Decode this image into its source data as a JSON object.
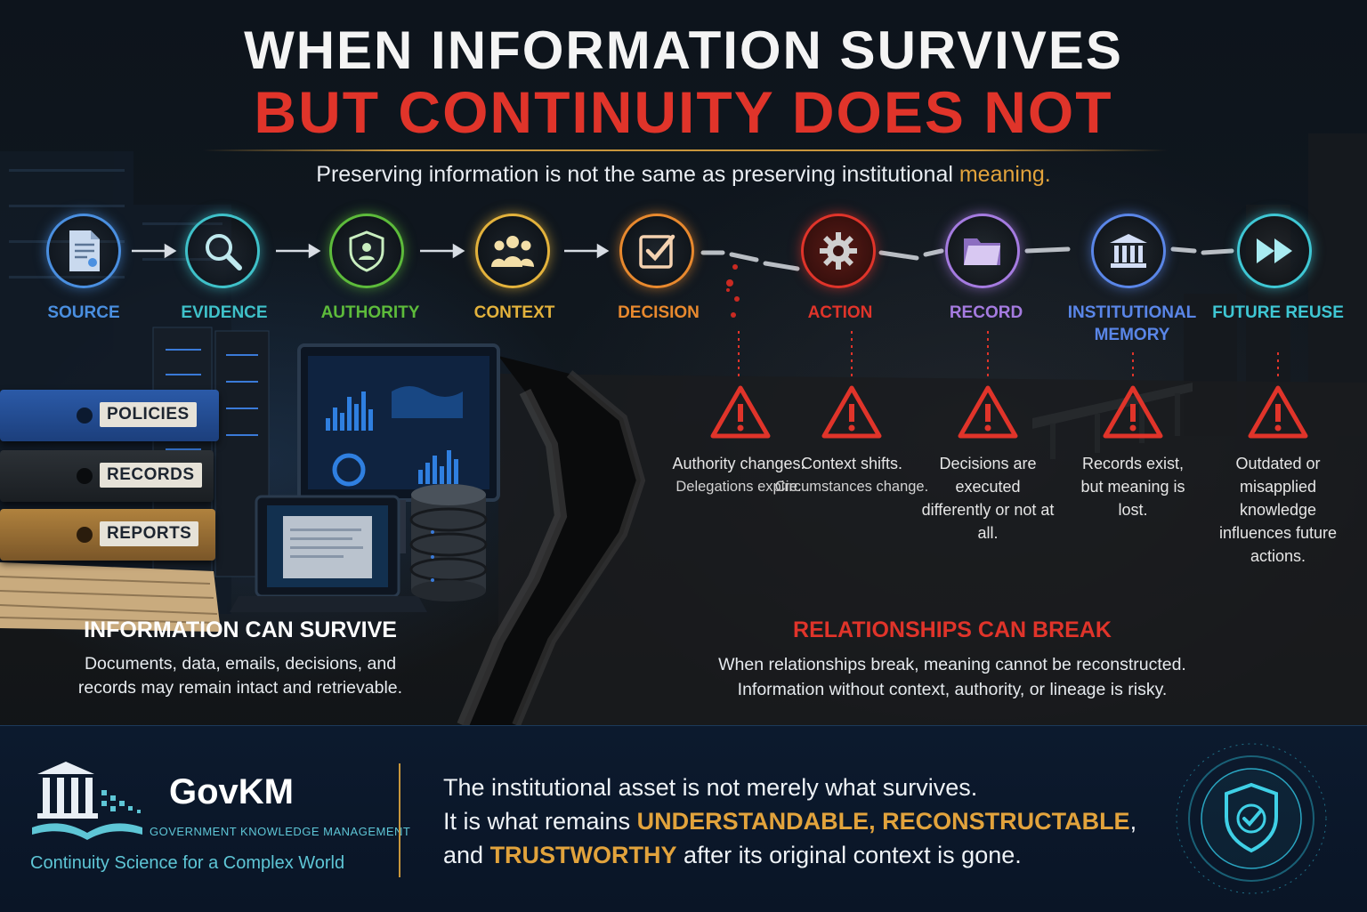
{
  "title": {
    "line1": "WHEN INFORMATION SURVIVES",
    "line2": "BUT CONTINUITY DOES NOT"
  },
  "subtitle": {
    "text": "Preserving information is not the same as preserving institutional ",
    "highlight": "meaning."
  },
  "colors": {
    "accent_red": "#e0342a",
    "accent_gold": "#e2a33c",
    "teal": "#5ec6d6"
  },
  "steps": [
    {
      "label": "SOURCE",
      "icon": "document-icon",
      "color": "#4a8fe0"
    },
    {
      "label": "EVIDENCE",
      "icon": "magnifier-icon",
      "color": "#3fc1c9"
    },
    {
      "label": "AUTHORITY",
      "icon": "shield-user-icon",
      "color": "#5dbb3b"
    },
    {
      "label": "CONTEXT",
      "icon": "people-icon",
      "color": "#e3b23c"
    },
    {
      "label": "DECISION",
      "icon": "checkbox-icon",
      "color": "#e8892e"
    },
    {
      "label": "ACTION",
      "icon": "gear-icon",
      "color": "#e0342a"
    },
    {
      "label": "RECORD",
      "icon": "folder-icon",
      "color": "#a57be0"
    },
    {
      "label": "INSTITUTIONAL MEMORY",
      "icon": "institution-icon",
      "color": "#5a86e8"
    },
    {
      "label": "FUTURE REUSE",
      "icon": "fast-forward-icon",
      "color": "#3fc7d4"
    }
  ],
  "warnings": [
    {
      "main": "Authority changes.",
      "detail": "Delegations expire."
    },
    {
      "main": "Context shifts.",
      "detail": "Circumstances change."
    },
    {
      "main": "Decisions are executed differently or not at all.",
      "detail": ""
    },
    {
      "main": "Records exist, but meaning is lost.",
      "detail": ""
    },
    {
      "main": "Outdated or misapplied knowledge influences future actions.",
      "detail": ""
    }
  ],
  "binders": {
    "policies": "POLICIES",
    "records": "RECORDS",
    "reports": "REPORTS"
  },
  "left_panel": {
    "heading": "INFORMATION CAN SURVIVE",
    "body": "Documents, data, emails, decisions, and records may remain intact and retrievable."
  },
  "right_panel": {
    "heading": "RELATIONSHIPS CAN BREAK",
    "body": "When relationships break, meaning cannot be reconstructed. Information without context, authority, or lineage is risky."
  },
  "footer": {
    "brand_name": "GovKM",
    "brand_tagline": "GOVERNMENT KNOWLEDGE MANAGEMENT",
    "slogan": "Continuity Science for a Complex World",
    "line1": "The institutional asset is not merely what survives.",
    "line2_pre": "It is what remains ",
    "line2_gold": "UNDERSTANDABLE, RECONSTRUCTABLE",
    "line2_post": ",",
    "line3_pre": "and ",
    "line3_gold": "TRUSTWORTHY",
    "line3_post": " after its original context is gone."
  }
}
